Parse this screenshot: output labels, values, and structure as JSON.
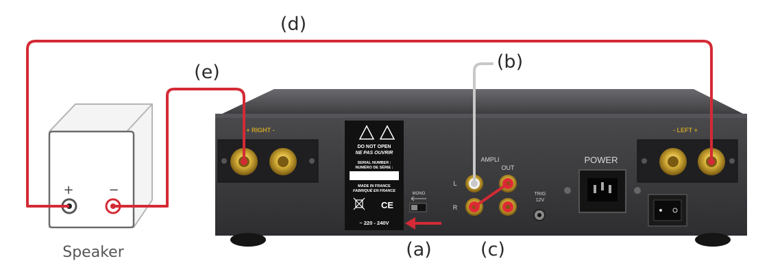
{
  "callouts": {
    "a": "(a)",
    "b": "(b)",
    "c": "(c)",
    "d": "(d)",
    "e": "(e)"
  },
  "speaker": {
    "label": "Speaker",
    "plus": "+",
    "minus": "−"
  },
  "amplifier": {
    "right_label": "+ RIGHT -",
    "left_label": "- LEFT +",
    "ampli_label": "AMPLI",
    "out_label": "OUT",
    "l_label": "L",
    "r_label": "R",
    "mono_label": "MONO",
    "trig_label": "TRIG",
    "trig_voltage": "12V",
    "power_label": "POWER"
  },
  "warning_label": {
    "line1": "DO NOT OPEN",
    "line2": "NE PAS OUVRIR",
    "serial1": "SERIAL NUMBER :",
    "serial2": "NUMÉRO DE SÉRIE :",
    "made1": "MADE IN FRANCE",
    "made2": "FABRIQUÉ EN FRANCE",
    "ce": "CE",
    "voltage": "~ 220 - 240V"
  },
  "colors": {
    "cable_red": "#d42a35",
    "cable_grey": "#c8c8c8",
    "chassis": "#3a3a3c",
    "gold": "#c9a227"
  }
}
